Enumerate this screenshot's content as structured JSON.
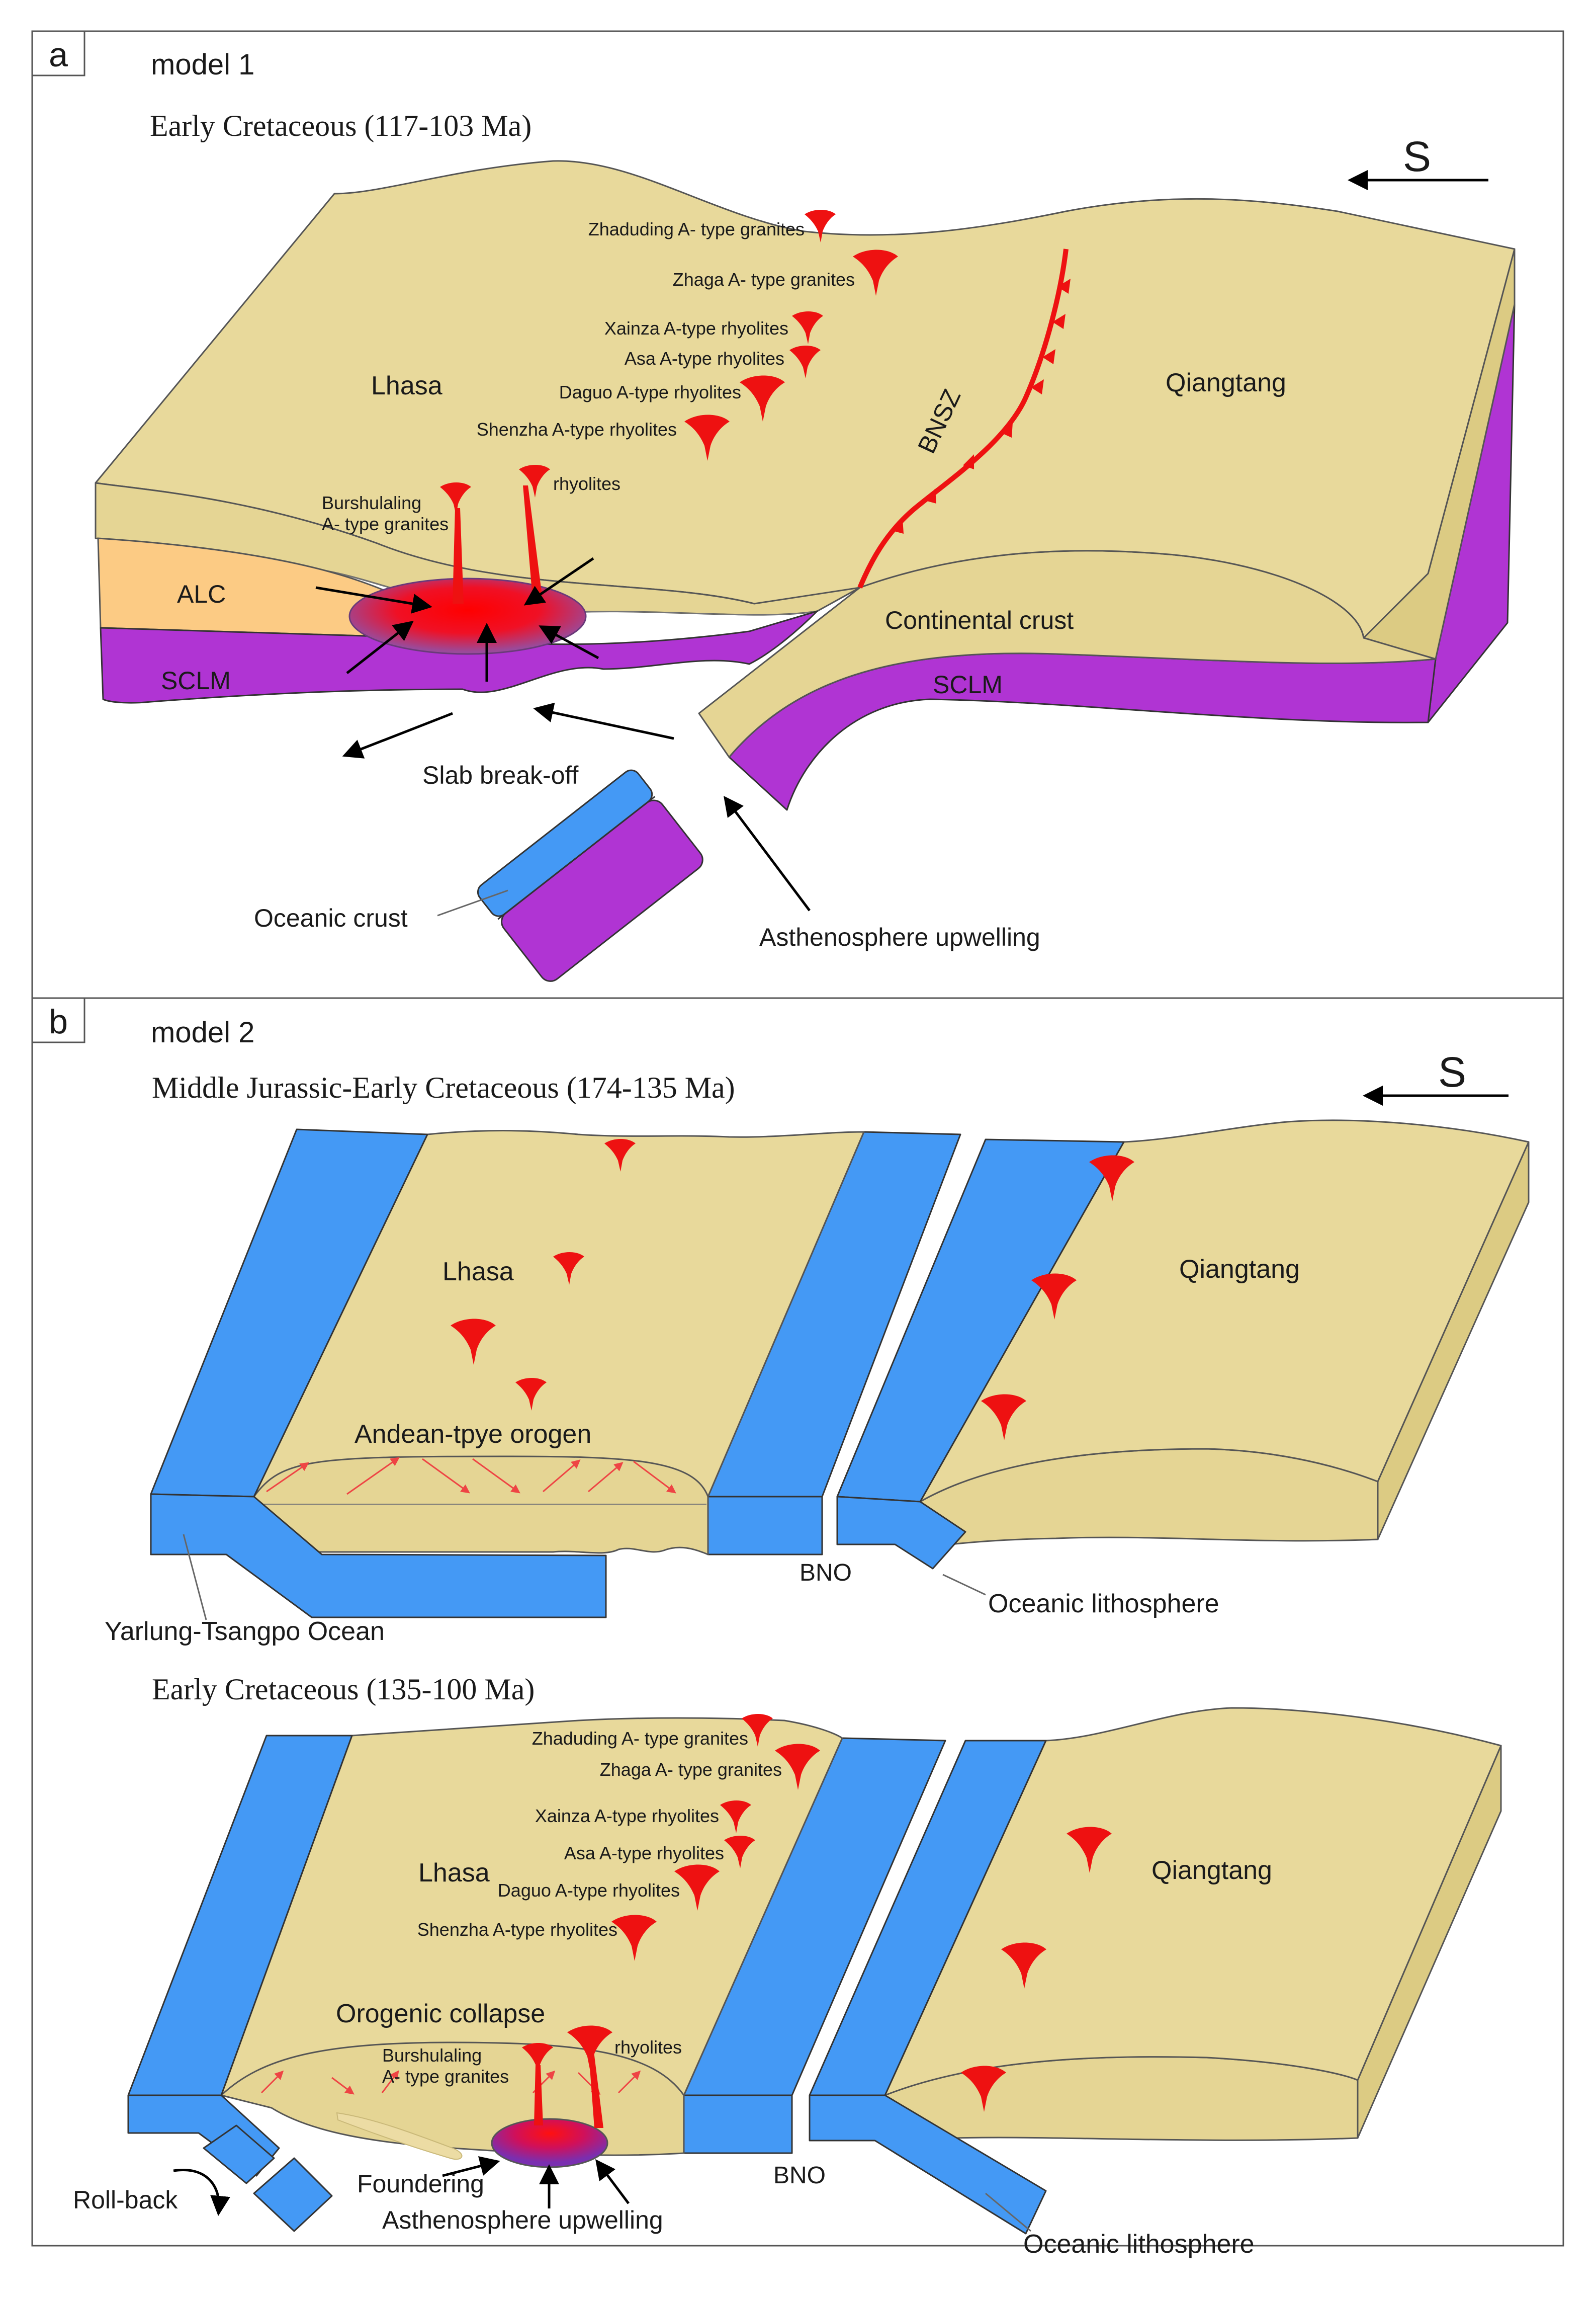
{
  "panel_a": {
    "tag": "a",
    "model": "model 1",
    "period": "Early Cretaceous (117-103 Ma)",
    "direction": "S",
    "terranes": {
      "lhasa": "Lhasa",
      "qiangtang": "Qiangtang"
    },
    "suture": "BNSZ",
    "intrusions": [
      "Zhaduding A- type granites",
      "Zhaga A- type granites",
      "Xainza A-type rhyolites",
      "Asa A-type rhyolites",
      "Daguo A-type rhyolites",
      "Shenzha A-type rhyolites"
    ],
    "rhyolites": "rhyolites",
    "burshulaling": [
      "Burshulaling",
      "A- type granites"
    ],
    "alc": "ALC",
    "sclm": "SCLM",
    "sclm_right": "SCLM",
    "continental_crust": "Continental crust",
    "slab_breakoff": "Slab break-off",
    "oceanic_crust": "Oceanic crust",
    "asthenosphere": "Asthenosphere upwelling"
  },
  "panel_b": {
    "tag": "b",
    "model": "model 2",
    "direction": "S",
    "upper": {
      "period": "Middle Jurassic-Early Cretaceous (174-135 Ma)",
      "lhasa": "Lhasa",
      "qiangtang": "Qiangtang",
      "orogen": "Andean-tpye orogen",
      "bno": "BNO",
      "oceanic_lithosphere": "Oceanic lithosphere",
      "yarlung": "Yarlung-Tsangpo Ocean"
    },
    "lower": {
      "period": "Early Cretaceous (135-100 Ma)",
      "lhasa": "Lhasa",
      "qiangtang": "Qiangtang",
      "intrusions": [
        "Zhaduding A- type granites",
        "Zhaga A- type granites",
        "Xainza A-type rhyolites",
        "Asa A-type rhyolites",
        "Daguo A-type rhyolites",
        "Shenzha A-type rhyolites"
      ],
      "collapse": "Orogenic collapse",
      "rhyolites": "rhyolites",
      "burshulaling": [
        "Burshulaling",
        "A- type granites"
      ],
      "foundering": "Foundering",
      "asthenosphere": "Asthenosphere upwelling",
      "rollback": "Roll-back",
      "bno": "BNO",
      "oceanic_lithosphere": "Oceanic lithosphere"
    }
  },
  "colors": {
    "crust": "#e8d99b",
    "ocean": "#4499f5",
    "sclm": "#b034d3",
    "alc": "#fccb84",
    "magma": "#ee1111"
  }
}
